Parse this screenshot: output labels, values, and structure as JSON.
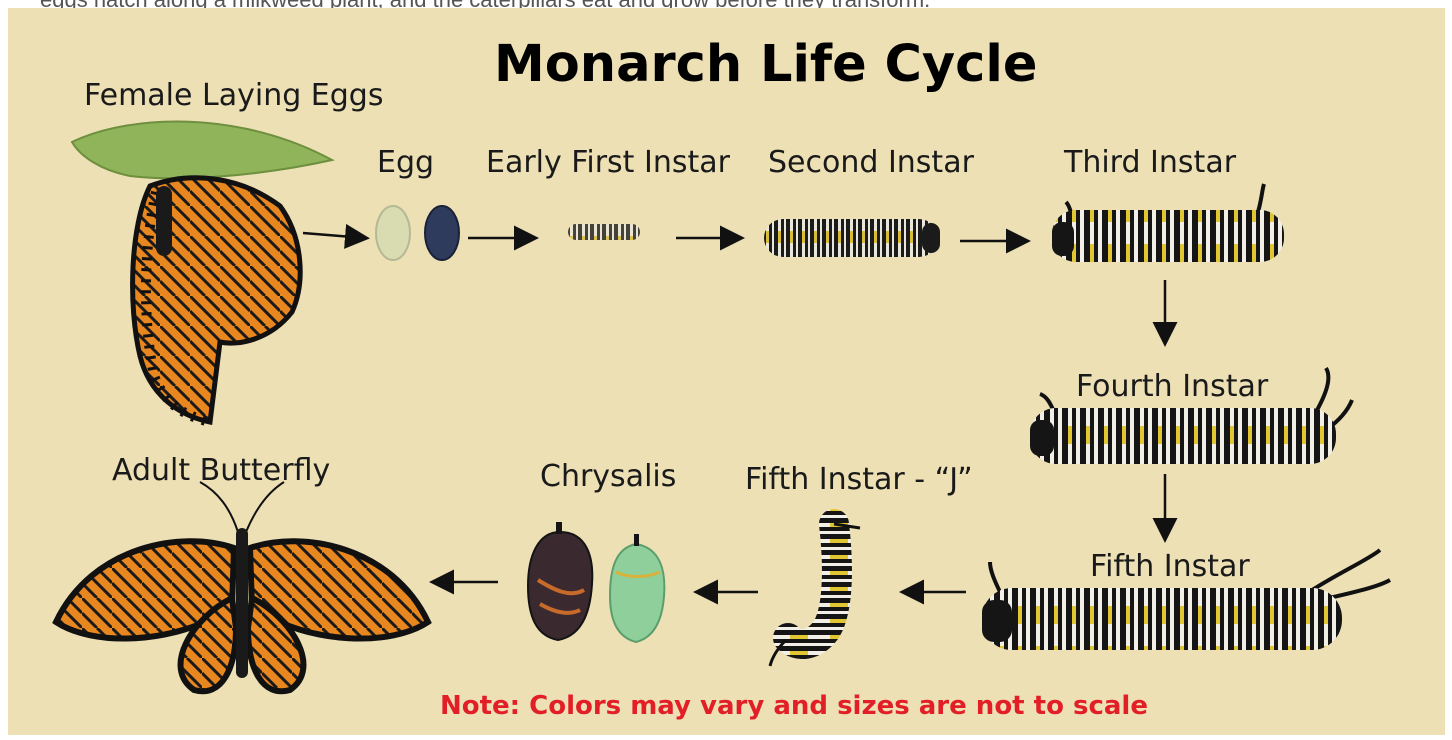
{
  "top_strip_text": "eggs hatch along a milkweed plant, and the caterpillars eat and grow before they transform.",
  "title": "Monarch Life Cycle",
  "stages": {
    "female": "Female Laying Eggs",
    "egg": "Egg",
    "first": "Early First Instar",
    "second": "Second Instar",
    "third": "Third Instar",
    "fourth": "Fourth Instar",
    "fifth": "Fifth Instar",
    "fifth_j": "Fifth Instar - “J”",
    "chrysalis": "Chrysalis",
    "adult": "Adult Butterfly"
  },
  "note": "Note: Colors may vary and sizes are not to scale",
  "colors": {
    "background": "#ede0b5",
    "note": "#e21f26",
    "wing_orange": "#e8861f",
    "chrysalis_green": "#8fcf9b"
  }
}
